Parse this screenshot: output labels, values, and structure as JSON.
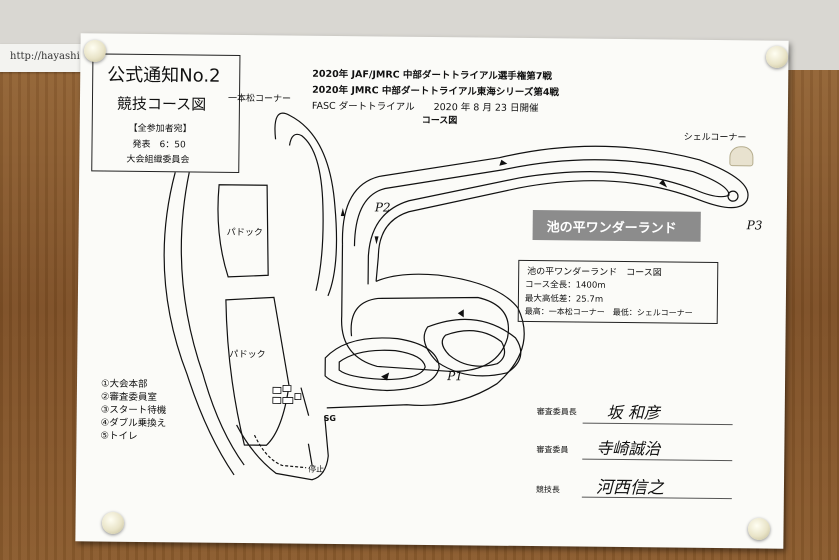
{
  "url_note": "http://hayashi.c",
  "notice": {
    "title": "公式通知No.2",
    "subtitle": "競技コース図",
    "audience": "【全参加者宛】",
    "time": "発表　6：50",
    "issuer": "大会組織委員会"
  },
  "header": {
    "line1": "2020年 JAF/JMRC 中部ダートトライアル選手権第7戦",
    "line2": "2020年 JMRC 中部ダートトライアル東海シリーズ第4戦",
    "line3": "FASC ダートトライアル　　2020 年 8 月 23 日開催",
    "line4": "コース図"
  },
  "banner": "池の平ワンダーランド",
  "info": {
    "title": "池の平ワンダーランド　コース図",
    "length": "コース全長：1400m",
    "elevation": "最大高低差：25.7m",
    "highlow": "最高：一本松コーナー　最低：シェルコーナー"
  },
  "labels": {
    "ipponmatsu": "一本松コーナー",
    "shell": "シェルコーナー",
    "paddock1": "パドック",
    "paddock2": "パドック",
    "p1": "P1",
    "p2": "P2",
    "p3": "P3",
    "sg": "SG",
    "stop": "停止"
  },
  "legend": [
    "①大会本部",
    "②審査委員室",
    "③スタート待機",
    "④ダブル乗換え",
    "⑤トイレ"
  ],
  "signatures": [
    {
      "role": "審査委員長",
      "name": "坂 和彦"
    },
    {
      "role": "審査委員",
      "name": "寺崎誠治"
    },
    {
      "role": "競技長",
      "name": "河西信之"
    }
  ],
  "colors": {
    "paper": "#fbfbf8",
    "ink": "#111111",
    "banner_bg": "#8c8c8c",
    "banner_text": "#ffffff",
    "shell_logo": "#e8e2cf"
  }
}
